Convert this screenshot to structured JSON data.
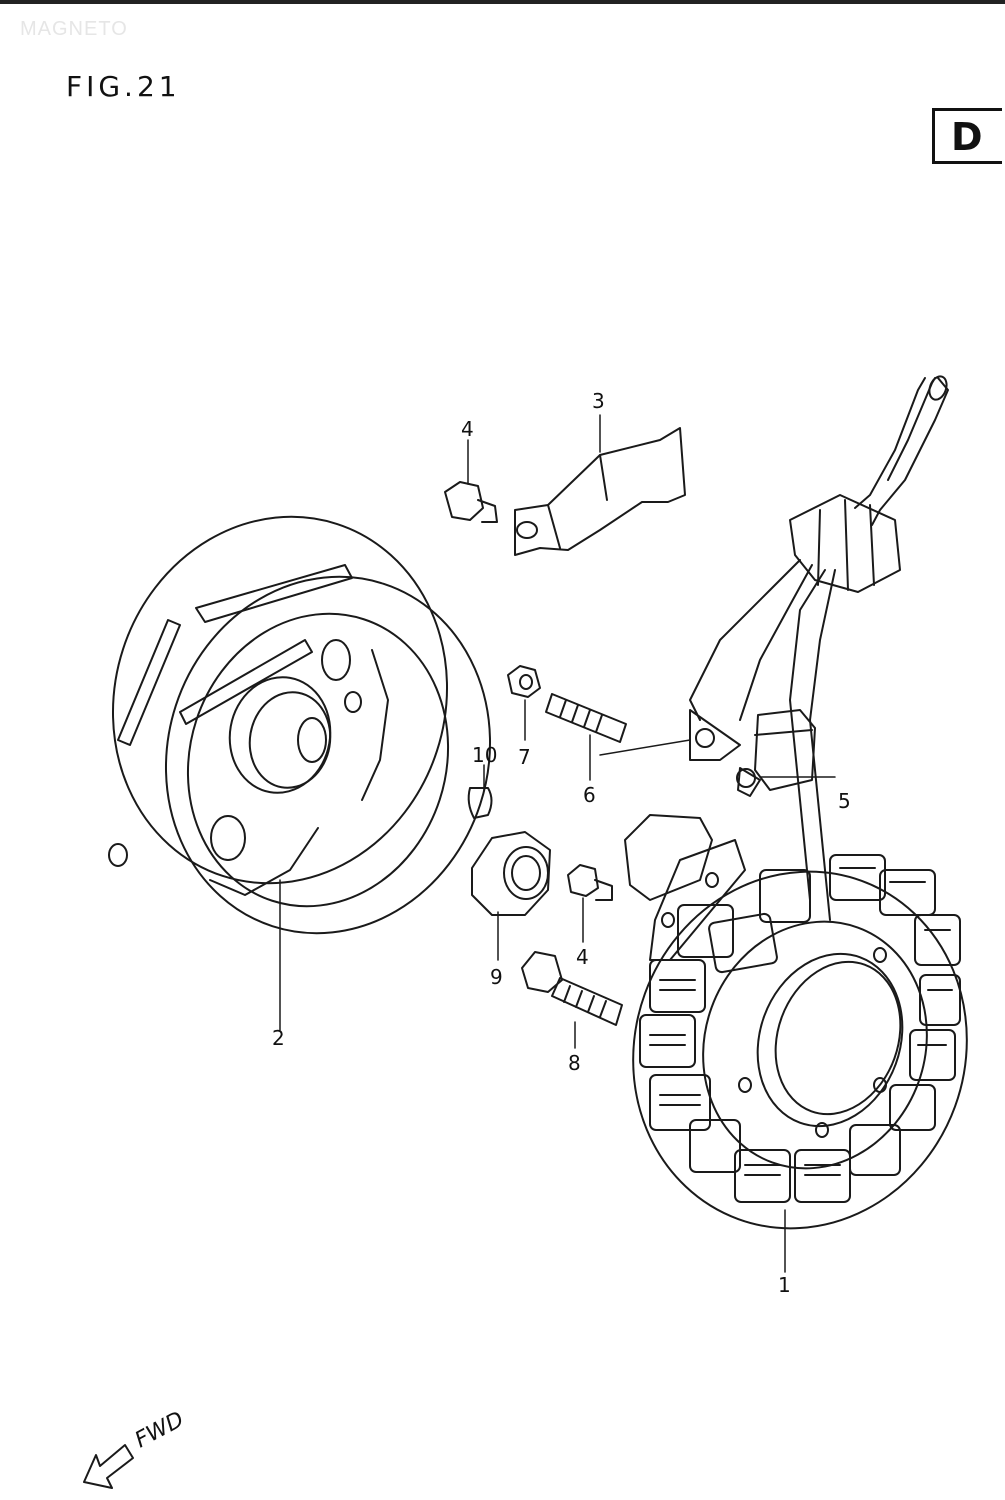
{
  "header": {
    "section_name": "MAGNETO",
    "figure_label": "FIG.21",
    "section_letter": "D"
  },
  "callouts": {
    "p1": "1",
    "p2": "2",
    "p3": "3",
    "p4a": "4",
    "p4b": "4",
    "p5": "5",
    "p6": "6",
    "p7": "7",
    "p8": "8",
    "p9": "9",
    "p10": "10"
  },
  "direction": {
    "label": "FWD"
  }
}
